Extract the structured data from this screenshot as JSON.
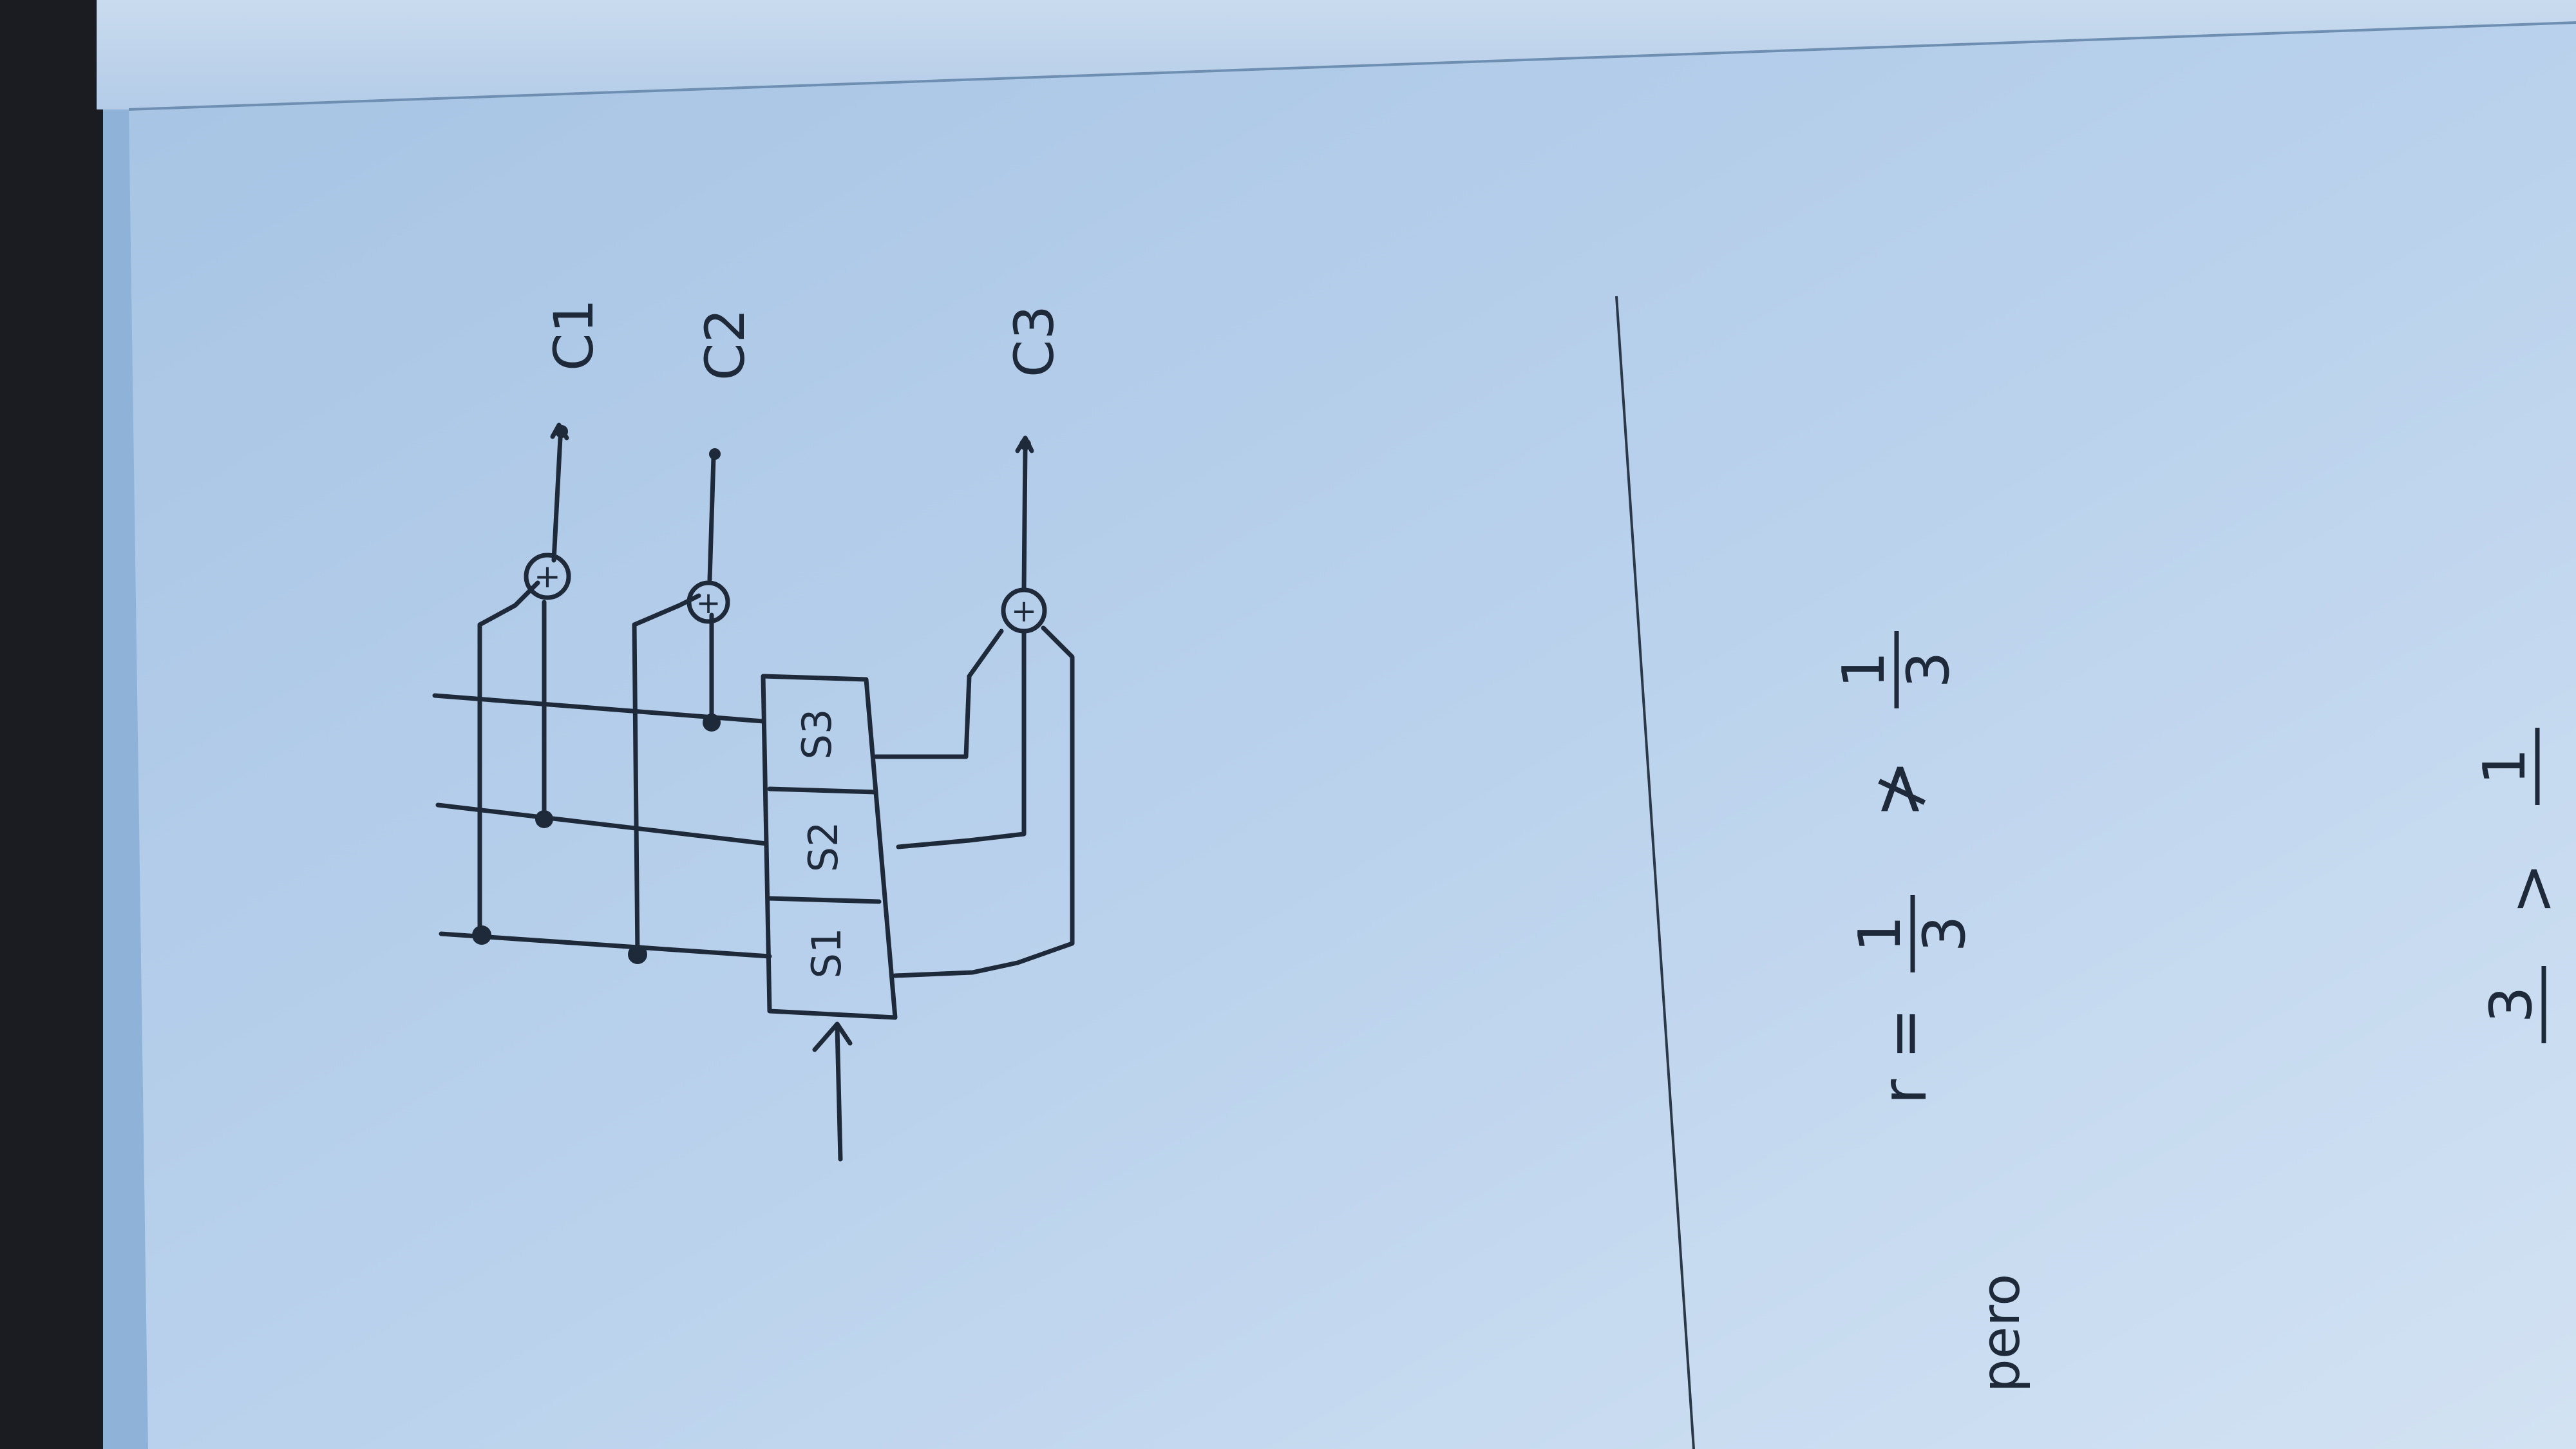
{
  "scene": {
    "description_free": true,
    "paper_color": "#b7d0ea",
    "ink_color": "#1e2a3a",
    "table_color": "#1a1c22"
  },
  "diagram": {
    "register_labels": [
      "S1",
      "S2",
      "S3"
    ],
    "output_labels": [
      "C1",
      "C2",
      "C3"
    ],
    "adder_symbol": "+"
  },
  "notes": {
    "word": "pero",
    "rate_lhs": "r =",
    "frac1_num": "1",
    "frac1_den": "3",
    "neq": "≯",
    "frac2_num": "1",
    "frac2_den": "3",
    "bottom_frac_num": "3",
    "bottom_gt": ">",
    "bottom_frac2_num": "1"
  }
}
